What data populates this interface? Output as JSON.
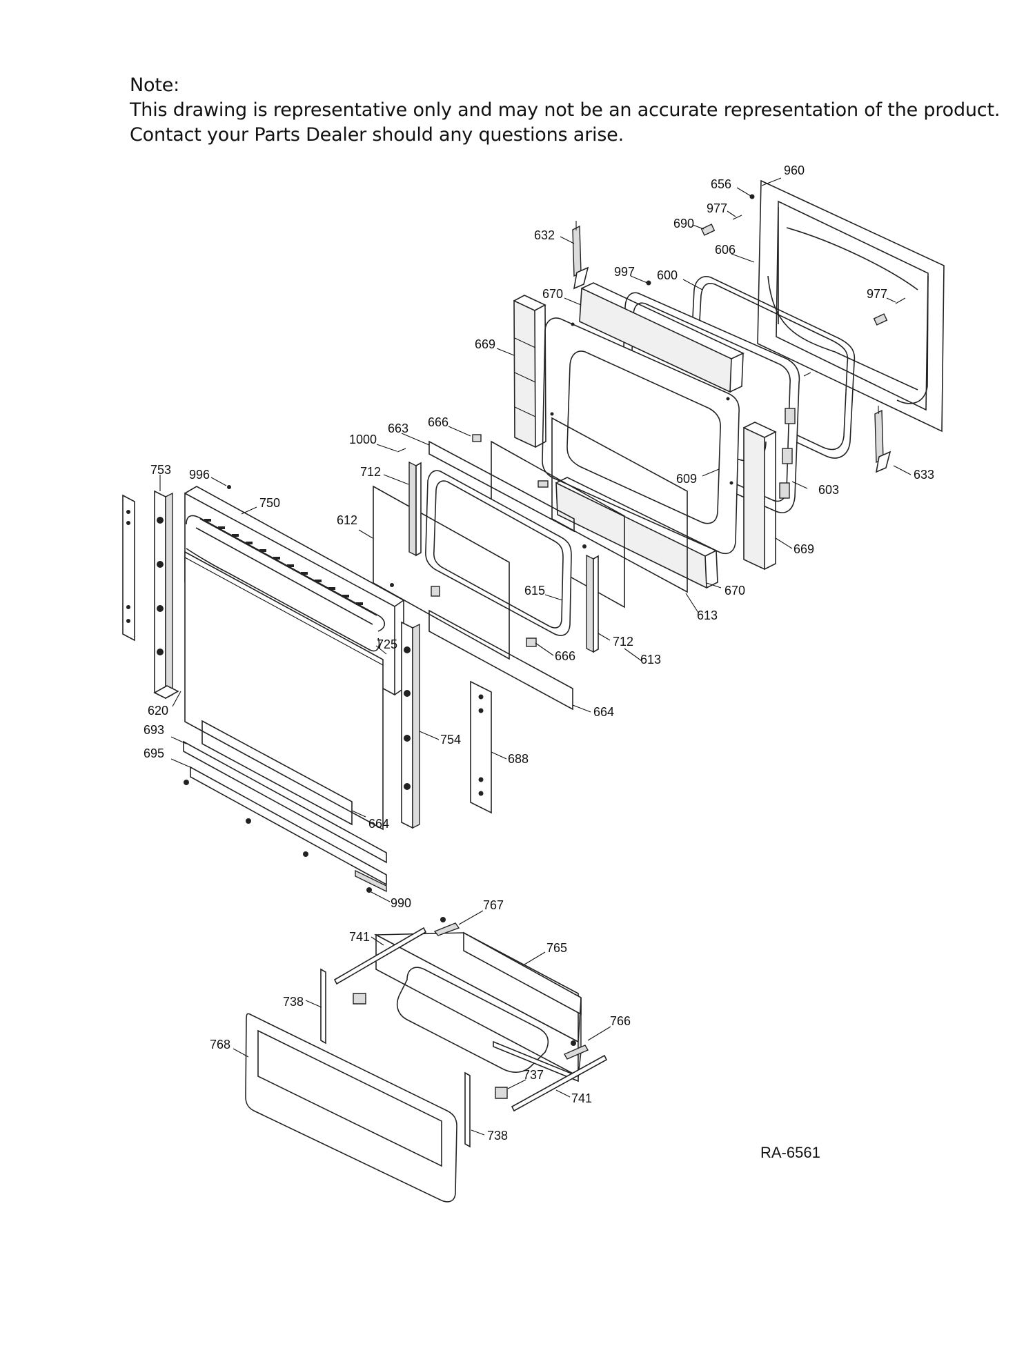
{
  "note": {
    "heading": "Note:",
    "line1": "This drawing is representative only and may not be an accurate representation of the product.",
    "line2": "Contact your Parts Dealer should any questions arise."
  },
  "diagram": {
    "document_code": "RA-6561",
    "callouts": [
      {
        "id": "c960",
        "label": "960"
      },
      {
        "id": "c656",
        "label": "656"
      },
      {
        "id": "c977a",
        "label": "977"
      },
      {
        "id": "c690",
        "label": "690"
      },
      {
        "id": "c606",
        "label": "606"
      },
      {
        "id": "c632",
        "label": "632"
      },
      {
        "id": "c997",
        "label": "997"
      },
      {
        "id": "c600",
        "label": "600"
      },
      {
        "id": "c977b",
        "label": "977"
      },
      {
        "id": "c670a",
        "label": "670"
      },
      {
        "id": "c669a",
        "label": "669"
      },
      {
        "id": "c666a",
        "label": "666"
      },
      {
        "id": "c663",
        "label": "663"
      },
      {
        "id": "c1000",
        "label": "1000"
      },
      {
        "id": "c609",
        "label": "609"
      },
      {
        "id": "c603",
        "label": "603"
      },
      {
        "id": "c633",
        "label": "633"
      },
      {
        "id": "c753",
        "label": "753"
      },
      {
        "id": "c996",
        "label": "996"
      },
      {
        "id": "c712a",
        "label": "712"
      },
      {
        "id": "c750",
        "label": "750"
      },
      {
        "id": "c612",
        "label": "612"
      },
      {
        "id": "c669b",
        "label": "669"
      },
      {
        "id": "c613a",
        "label": "613"
      },
      {
        "id": "c670b",
        "label": "670"
      },
      {
        "id": "c615",
        "label": "615"
      },
      {
        "id": "c613b",
        "label": "613"
      },
      {
        "id": "c712b",
        "label": "712"
      },
      {
        "id": "c725",
        "label": "725"
      },
      {
        "id": "c666b",
        "label": "666"
      },
      {
        "id": "c664a",
        "label": "664"
      },
      {
        "id": "c620",
        "label": "620"
      },
      {
        "id": "c693",
        "label": "693"
      },
      {
        "id": "c754",
        "label": "754"
      },
      {
        "id": "c695",
        "label": "695"
      },
      {
        "id": "c688",
        "label": "688"
      },
      {
        "id": "c664b",
        "label": "664"
      },
      {
        "id": "c990",
        "label": "990"
      },
      {
        "id": "c767",
        "label": "767"
      },
      {
        "id": "c741a",
        "label": "741"
      },
      {
        "id": "c765",
        "label": "765"
      },
      {
        "id": "c738a",
        "label": "738"
      },
      {
        "id": "c766",
        "label": "766"
      },
      {
        "id": "c768",
        "label": "768"
      },
      {
        "id": "c737",
        "label": "737"
      },
      {
        "id": "c741b",
        "label": "741"
      },
      {
        "id": "c738b",
        "label": "738"
      }
    ]
  }
}
